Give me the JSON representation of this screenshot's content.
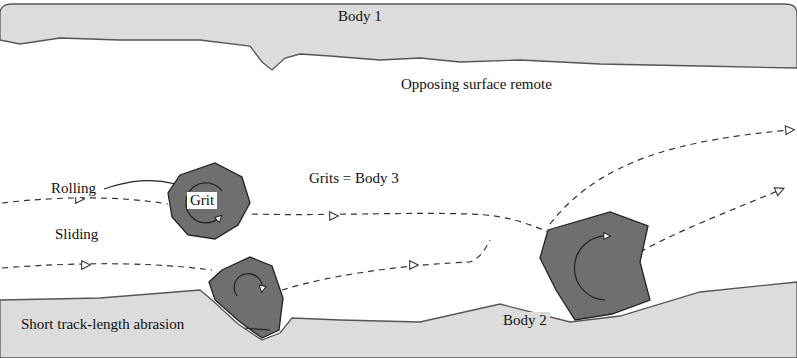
{
  "diagram": {
    "nodes": [
      {
        "text": [
          "Body 1"
        ]
      },
      {
        "text": [
          "Grit"
        ]
      },
      {
        "text": [
          "Body 2"
        ]
      }
    ],
    "labels": [
      "Opposing surface remote",
      "Rolling",
      "Sliding",
      "Grits = Body 3",
      "Short track-length abrasion"
    ]
  }
}
